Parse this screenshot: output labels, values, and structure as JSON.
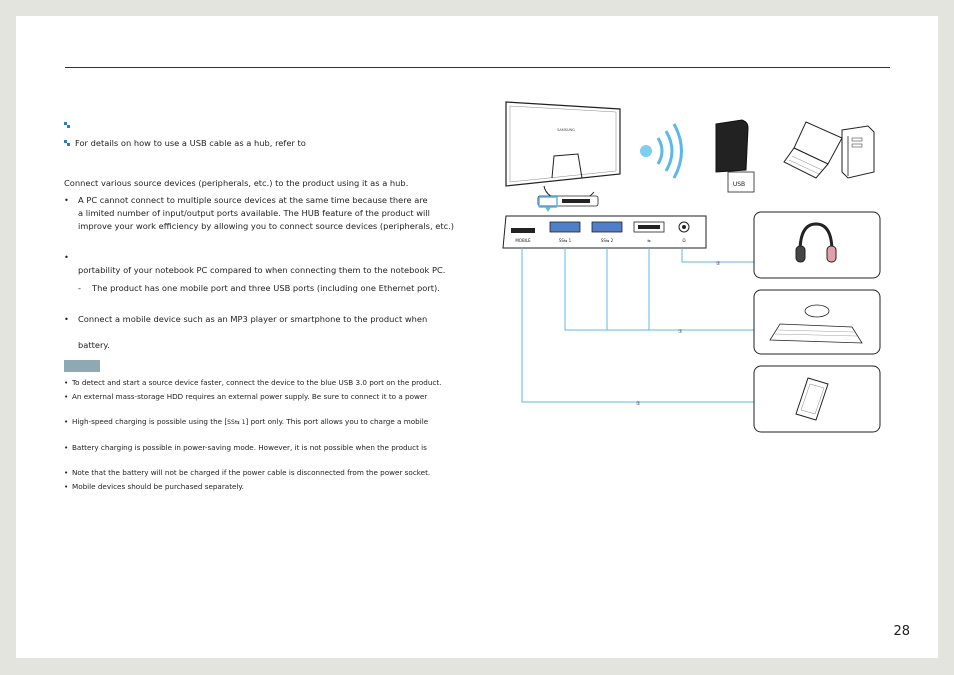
{
  "header": {
    "note1": "",
    "note2": "For details on how to use a USB cable as a hub, refer to"
  },
  "body": {
    "intro": "Connect various source devices (peripherals, etc.) to the product using it as a hub.",
    "bullet1_lines": [
      "A PC cannot connect to multiple source devices at the same time because there are",
      "a limited number of input/output ports available. The HUB feature of the product will",
      "improve your work efficiency by allowing you to connect source devices (peripherals, etc.)"
    ],
    "bullet2_line2": "portability of your notebook PC compared to when connecting them to the notebook PC.",
    "sub_dash": "The product has one mobile port and three USB ports (including one Ethernet port).",
    "bullet3_line1": "Connect a mobile device such as an MP3 player or smartphone to the product when",
    "bullet3_line2": "battery."
  },
  "notes": [
    "To detect and start a source device faster, connect the device to the blue USB 3.0 port on the product.",
    "An external mass-storage HDD requires an external power supply. Be sure to connect it to a power",
    "High-speed charging is possible using the [",
    "] port only. This port allows you to charge a mobile",
    "Battery charging is possible in power-saving mode. However, it is not possible when the product is",
    "Note that the battery will not be charged if the power cable is disconnected from the power socket.",
    "Mobile devices should be purchased separately."
  ],
  "diagram": {
    "brand": "SAMSUNG",
    "usb_label": "USB",
    "port_mobile": "MOBILE",
    "port_usb1": "SS⇆ 1",
    "port_usb2": "SS⇆ 2",
    "port_usb3": "⇆",
    "port_audio": "Ω",
    "cable_a": "②",
    "cable_b": "①",
    "cable_c": "②",
    "ss_inline": "SS⇆ 1",
    "accent": "#5bb8e8"
  },
  "footer": {
    "page_number": "28"
  }
}
